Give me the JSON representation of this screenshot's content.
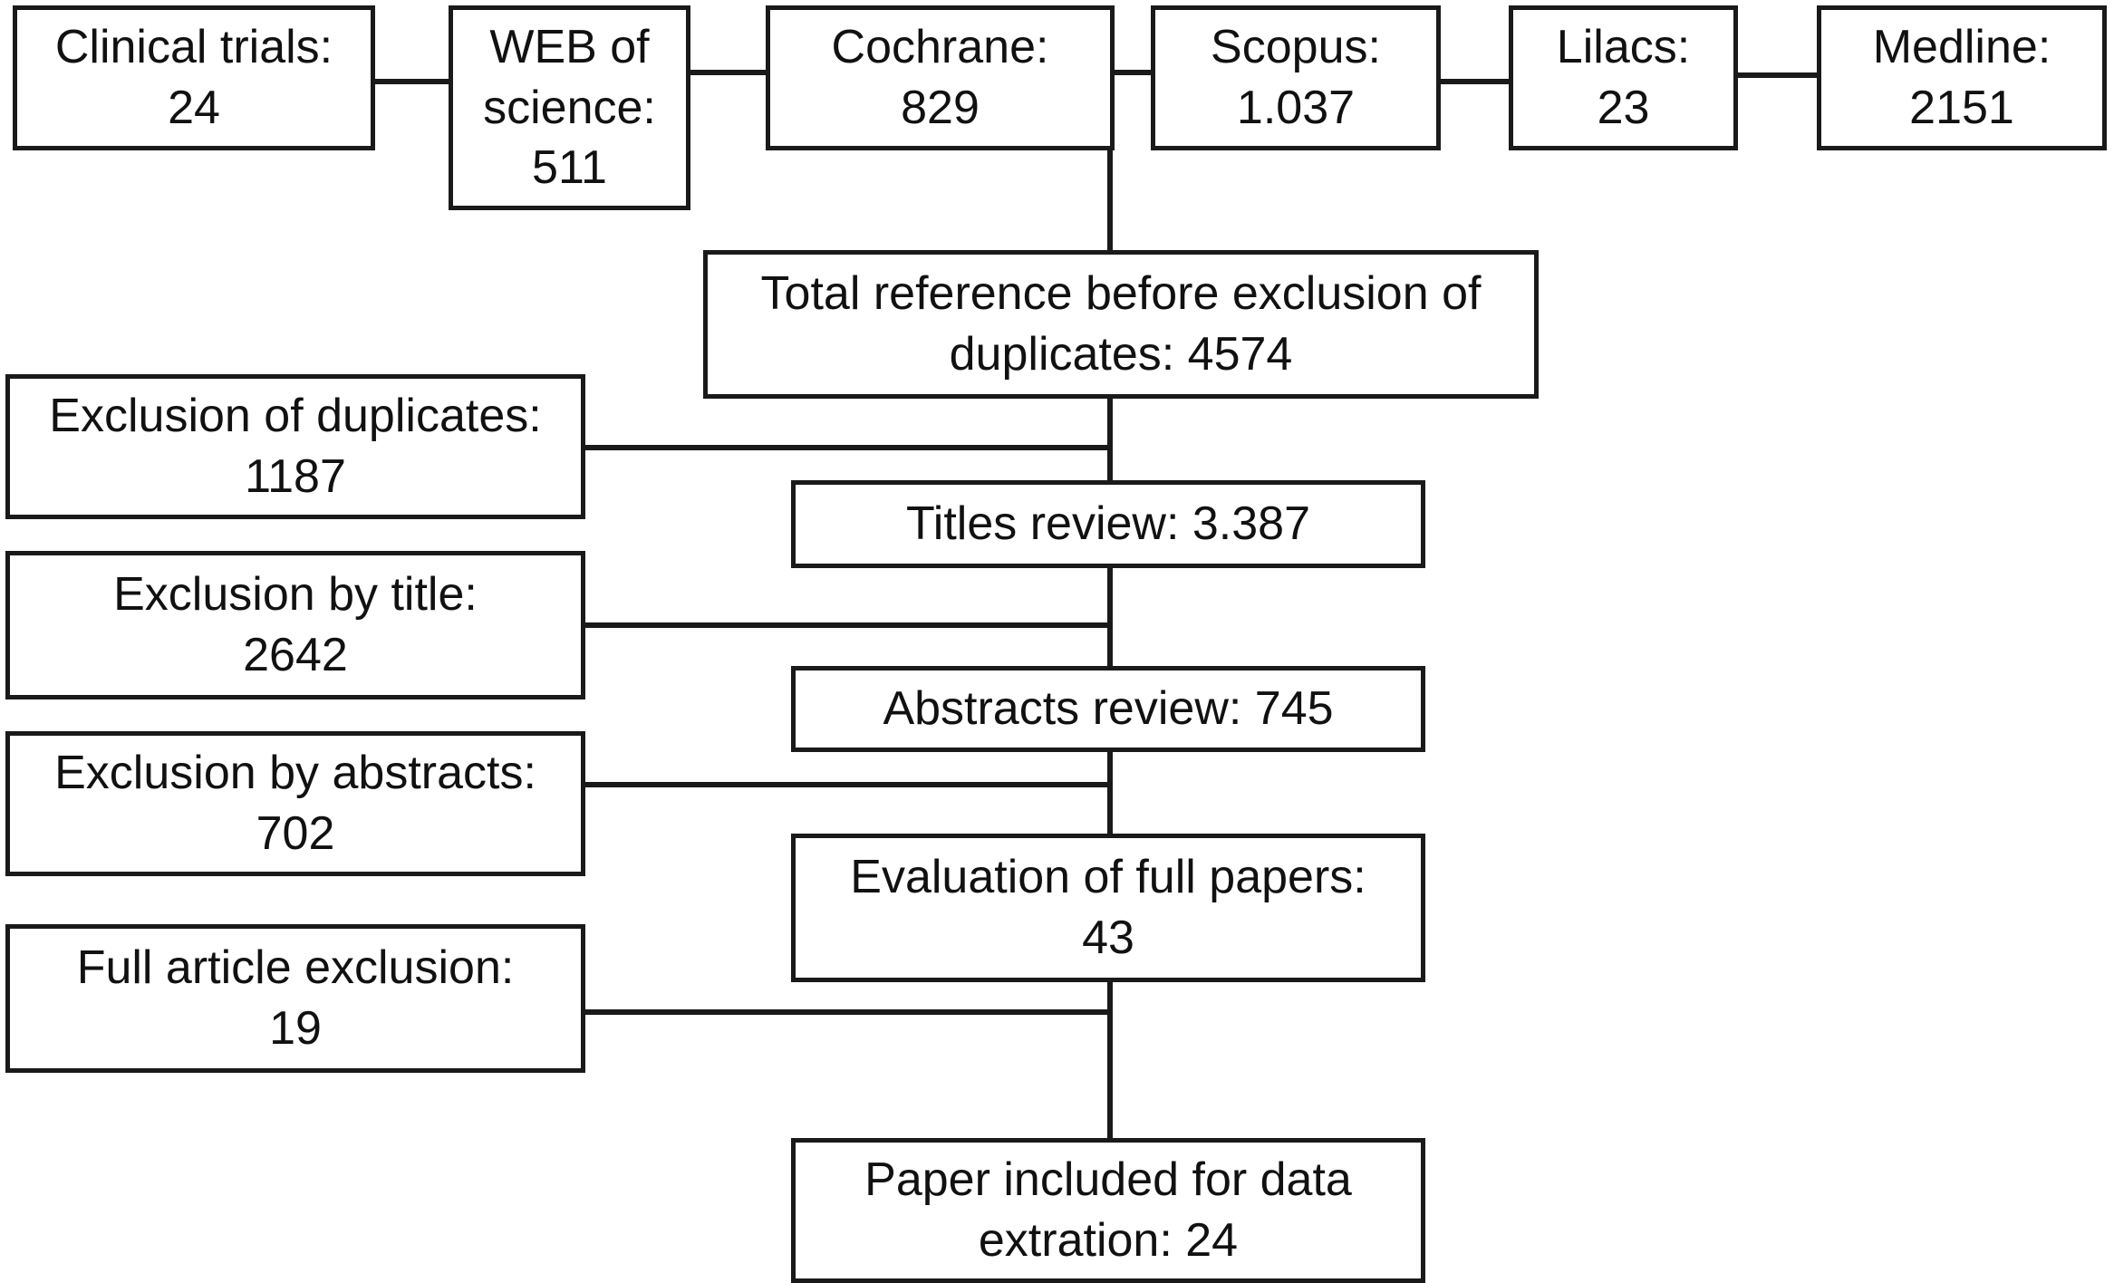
{
  "sources": {
    "clinical_trials": {
      "label": "Clinical trials:",
      "value": "24"
    },
    "web_of_science": {
      "label_line1": "WEB of",
      "label_line2": "science:",
      "value": "511"
    },
    "cochrane": {
      "label": "Cochrane:",
      "value": "829"
    },
    "scopus": {
      "label": "Scopus:",
      "value": "1.037"
    },
    "lilacs": {
      "label": "Lilacs:",
      "value": "23"
    },
    "medline": {
      "label": "Medline:",
      "value": "2151"
    }
  },
  "flow": {
    "total": {
      "line1": "Total reference before exclusion of",
      "line2": "duplicates: 4574"
    },
    "titles_review": {
      "text": "Titles review: 3.387"
    },
    "abstracts_review": {
      "text": "Abstracts review: 745"
    },
    "full_papers": {
      "label": "Evaluation of full papers:",
      "value": "43"
    },
    "included": {
      "line1": "Paper included for data",
      "line2": "extration: 24"
    }
  },
  "exclusions": {
    "duplicates": {
      "label": "Exclusion of duplicates:",
      "value": "1187"
    },
    "title": {
      "label": "Exclusion by title:",
      "value": "2642"
    },
    "abstracts": {
      "label": "Exclusion by abstracts:",
      "value": "702"
    },
    "full_article": {
      "label": "Full article exclusion:",
      "value": "19"
    }
  }
}
